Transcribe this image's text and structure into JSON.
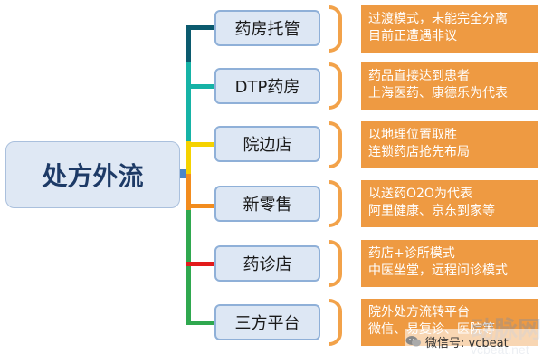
{
  "root": {
    "label": "处方外流"
  },
  "colors": {
    "branch": [
      "#0b5a6e",
      "#16b3a6",
      "#f5d200",
      "#f28c1e",
      "#e21b1b",
      "#2fa84f"
    ],
    "desc_bg": "#ee9a42",
    "node_border": "#8fb0d8"
  },
  "branches": [
    {
      "label": "药房托管",
      "lines": [
        "过渡模式，未能完全分离",
        "目前正遭遇非议"
      ]
    },
    {
      "label": "DTP药房",
      "lines": [
        "药品直接达到患者",
        "上海医药、康德乐为代表"
      ]
    },
    {
      "label": "院边店",
      "lines": [
        "以地理位置取胜",
        "连锁药店抢先布局"
      ]
    },
    {
      "label": "新零售",
      "lines": [
        "以送药O2O为代表",
        "阿里健康、京东到家等"
      ]
    },
    {
      "label": "药诊店",
      "lines": [
        "药店+诊所模式",
        "中医坐堂，远程问诊模式"
      ]
    },
    {
      "label": "三方平台",
      "lines": [
        "院外处方流转平台",
        "微信、易复诊、医院等"
      ]
    }
  ],
  "watermark": {
    "text": "微信号: vcbeat",
    "faint_top": "动脉网",
    "faint_bottom": "vcbeat.net",
    "icon": "wechat-icon"
  }
}
